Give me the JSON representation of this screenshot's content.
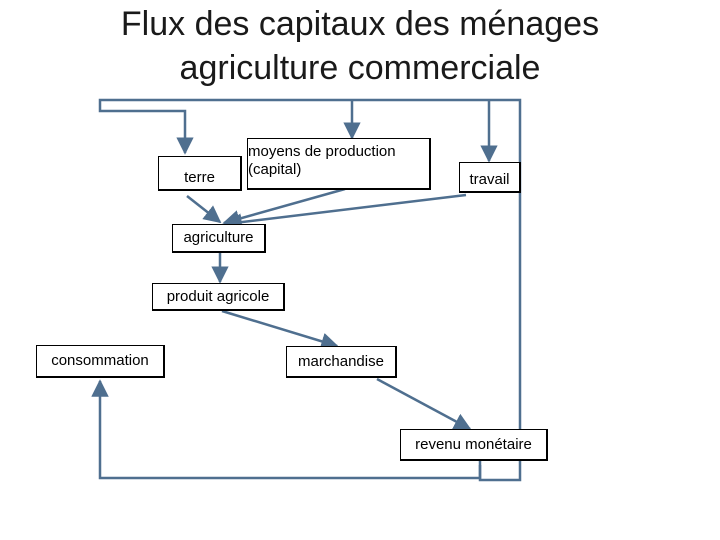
{
  "title_line1": "Flux des capitaux des ménages",
  "title_line2": "agriculture commerciale",
  "nodes": {
    "terre": "terre",
    "moyens_line1": "moyens de production",
    "moyens_line2": "(capital)",
    "travail": "travail",
    "agriculture": "agriculture",
    "produit": "produit agricole",
    "consommation": "consommation",
    "marchandise": "marchandise",
    "revenu": "revenu monétaire"
  },
  "colors": {
    "arrow": "#4f6f8f",
    "border": "#000000"
  }
}
